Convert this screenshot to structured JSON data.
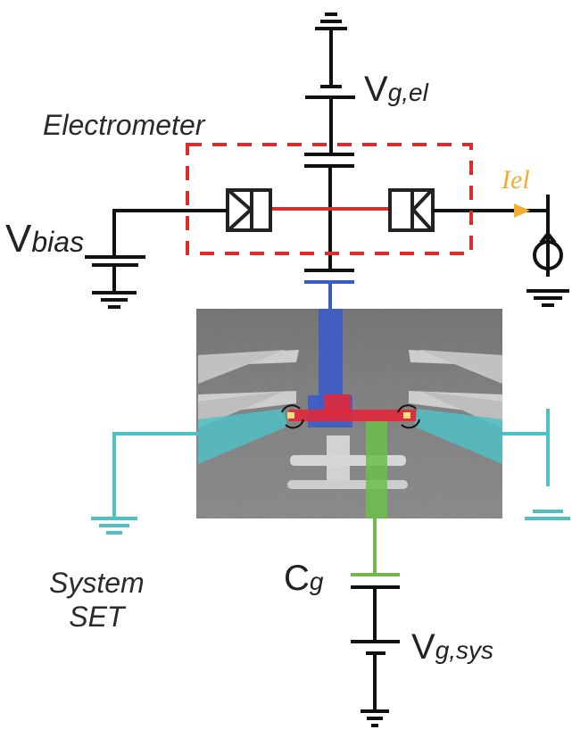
{
  "labels": {
    "vgel_main": "V",
    "vgel_sub": "g,el",
    "electrometer": "Electrometer",
    "vbias_main": "V",
    "vbias_sub": "bias",
    "iel": "I",
    "iel_sub": "el",
    "system_line1": "System",
    "system_line2": "SET",
    "cg_main": "C",
    "cg_sub": "g",
    "vgsys_main": "V",
    "vgsys_sub": "g,sys"
  },
  "colors": {
    "wire": "#111111",
    "electrometer_box": "#e02b2b",
    "island_red": "#e0283a",
    "electrometer_gate_blue": "#3a5cc8",
    "system_gate_green": "#72b84a",
    "system_leads_cyan": "#4fc0c4",
    "current_arrow": "#f5ac2e",
    "sem_background": "#7a7a7a"
  }
}
